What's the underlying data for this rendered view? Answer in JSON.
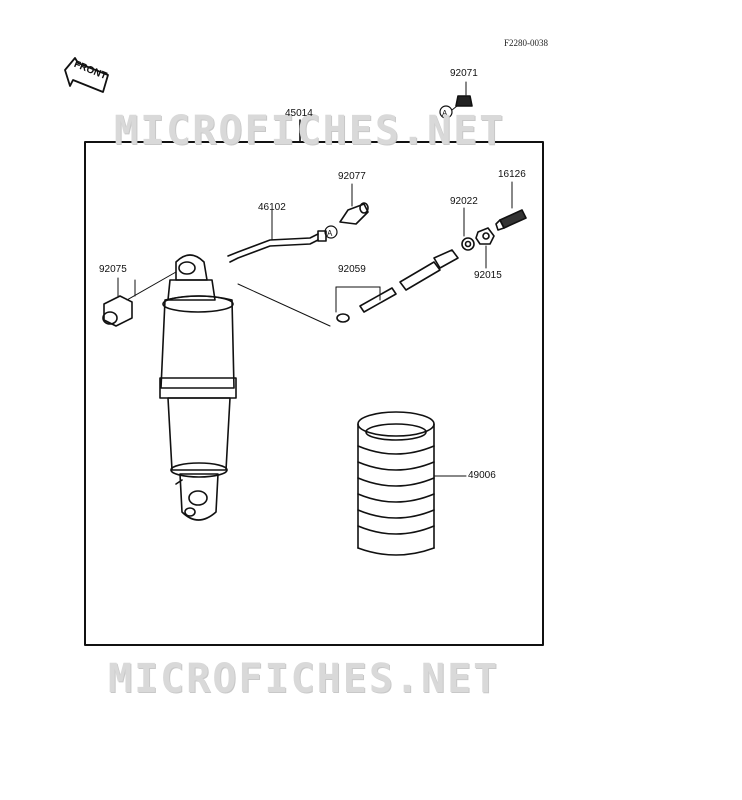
{
  "figure_code": "F2280-0038",
  "front_label": "FRONT",
  "watermark": "MICROFICHES.NET",
  "ref_marker": "A",
  "parts": {
    "assembly": "45014",
    "cap": "92071",
    "hose": "46102",
    "adapter": "92077",
    "valve": "16126",
    "washer": "92022",
    "nut": "92015",
    "bushing": "92075",
    "oring_fitting": "92059",
    "boot": "49006"
  }
}
